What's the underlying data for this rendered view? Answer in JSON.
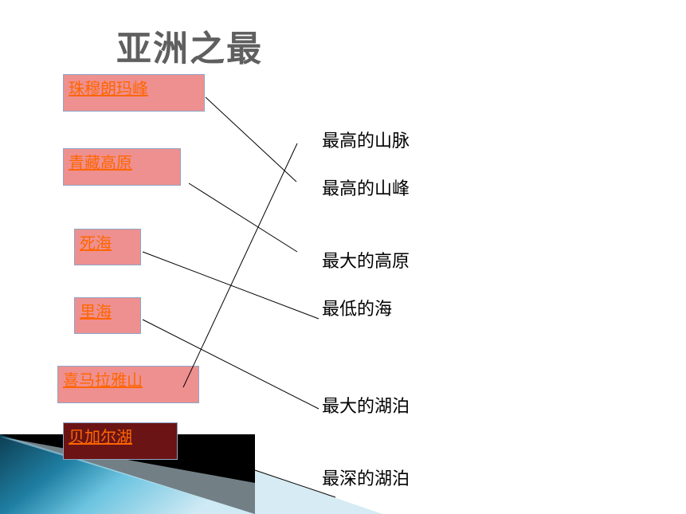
{
  "title": "亚洲之最",
  "left_items": [
    {
      "label": "珠穆朗玛峰"
    },
    {
      "label": "青藏高原"
    },
    {
      "label": "死海"
    },
    {
      "label": "里海"
    },
    {
      "label": "喜马拉雅山"
    },
    {
      "label": "贝加尔湖"
    }
  ],
  "right_items": [
    {
      "label": "最高的山脉"
    },
    {
      "label": "最高的山峰"
    },
    {
      "label": "最大的高原"
    },
    {
      "label": "最低的海"
    },
    {
      "label": "最大的湖泊"
    },
    {
      "label": "最深的湖泊"
    }
  ],
  "colors": {
    "box_fill": "#ee9090",
    "link_text": "#ff6600",
    "title_text": "#5f5f5f"
  }
}
